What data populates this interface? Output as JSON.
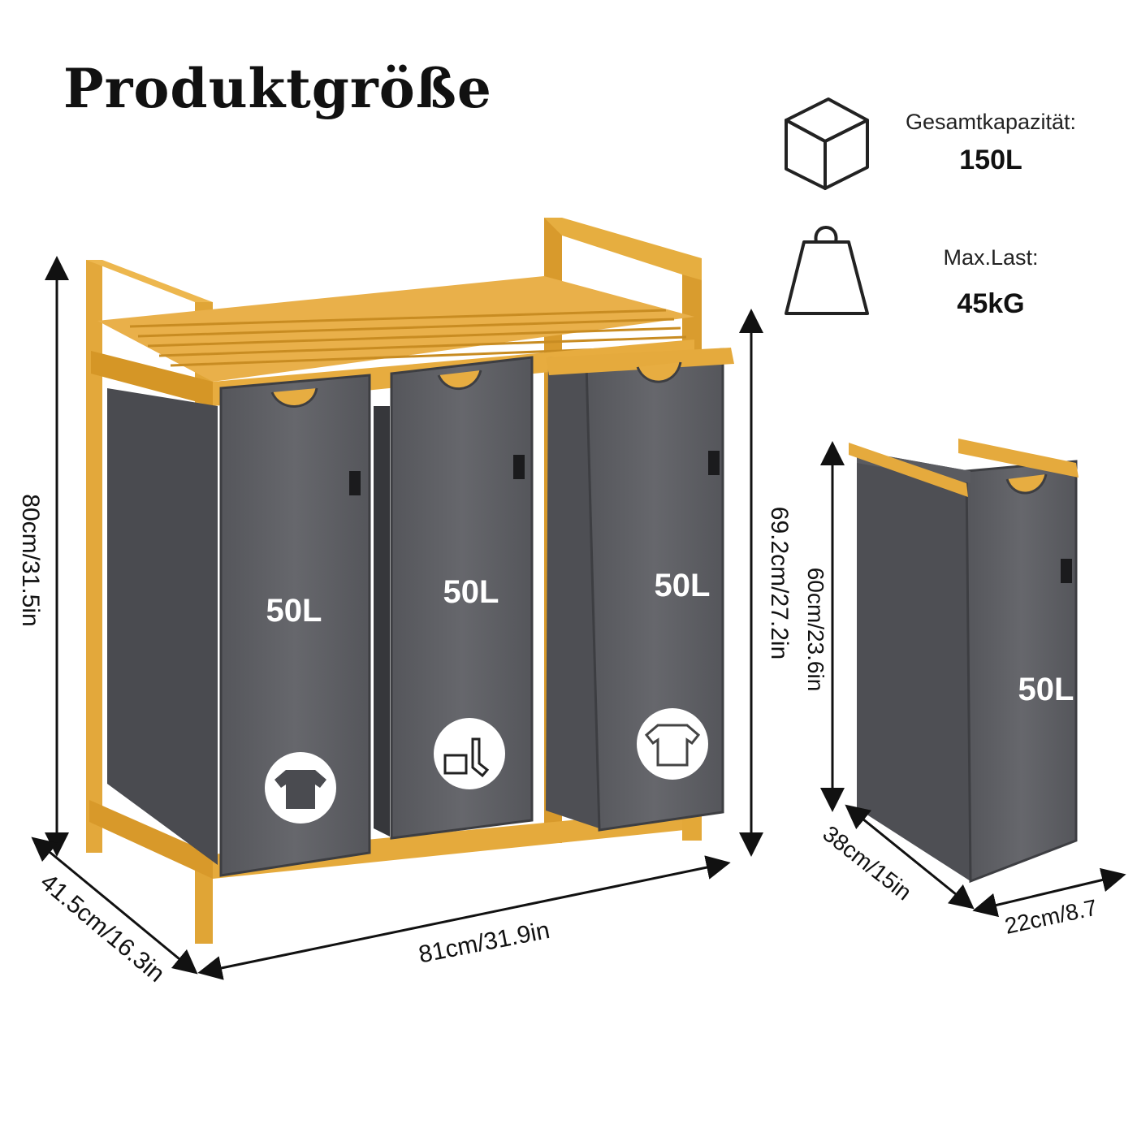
{
  "title": "Produktgröße",
  "specs": {
    "capacity": {
      "icon": "cube-icon",
      "label": "Gesamtkapazität:",
      "value": "150L"
    },
    "max_load": {
      "icon": "weight-icon",
      "label": "Max.Last:",
      "value": "45kG"
    }
  },
  "hamper": {
    "bags": [
      {
        "volume": "50L",
        "icon": "dark-shirt-icon"
      },
      {
        "volume": "50L",
        "icon": "underwear-socks-icon"
      },
      {
        "volume": "50L",
        "icon": "white-shirt-icon"
      }
    ],
    "dimensions": {
      "height": "80cm/31.5in",
      "bag_height": "69.2cm/27.2in",
      "width": "81cm/31.9in",
      "depth": "41.5cm/16.3in"
    }
  },
  "single_bag": {
    "volume": "50L",
    "dimensions": {
      "height": "60cm/23.6in",
      "depth": "38cm/15in",
      "width": "22cm/8.7"
    }
  },
  "colors": {
    "bamboo": "#E4A93A",
    "bamboo_dark": "#C58B24",
    "fabric": "#5F6064",
    "fabric_dark": "#44454A"
  }
}
